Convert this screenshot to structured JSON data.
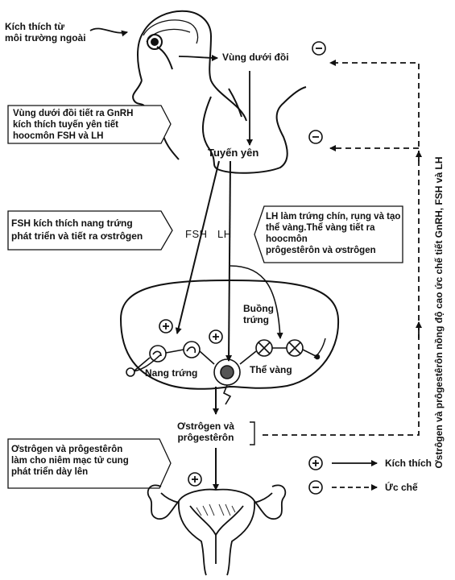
{
  "labels": {
    "stimulus": "Kích thích từ\nmôi trường ngoài",
    "hypothalamus": "Vùng dưới đồi",
    "pituitary": "Tuyến yên",
    "fsh": "FSH",
    "lh": "LH",
    "ovary": "Buồng\ntrứng",
    "follicle": "Nang trứng",
    "corpus_luteum": "Thể vàng",
    "hormones": "Ơstrôgen và\nprôgestêrôn",
    "vertical": "Ơstrôgen và prôgestêrôn nồng độ cao ức chế tiết GnRH, FSH và LH"
  },
  "boxes": {
    "gnrh": "Vùng dưới đồi tiết ra GnRH\nkích thích tuyến yên tiết\nhoocmôn FSH và LH",
    "fsh_action": "FSH kích thích nang trứng\nphát triển và tiết ra ơstrôgen",
    "lh_action": "LH làm trứng chín, rụng và tạo\nthể vàng.Thể vàng tiết ra hoocmôn\nprôgestêrôn và ơstrôgen",
    "uterus_action": "Ơstrôgen và prôgestêrôn\nlàm cho niêm mạc tử cung\nphát triển dày lên"
  },
  "legend": {
    "stimulate": "Kích thích",
    "inhibit": "Ức chế"
  },
  "symbols": {
    "plus": "+",
    "minus": "−"
  }
}
